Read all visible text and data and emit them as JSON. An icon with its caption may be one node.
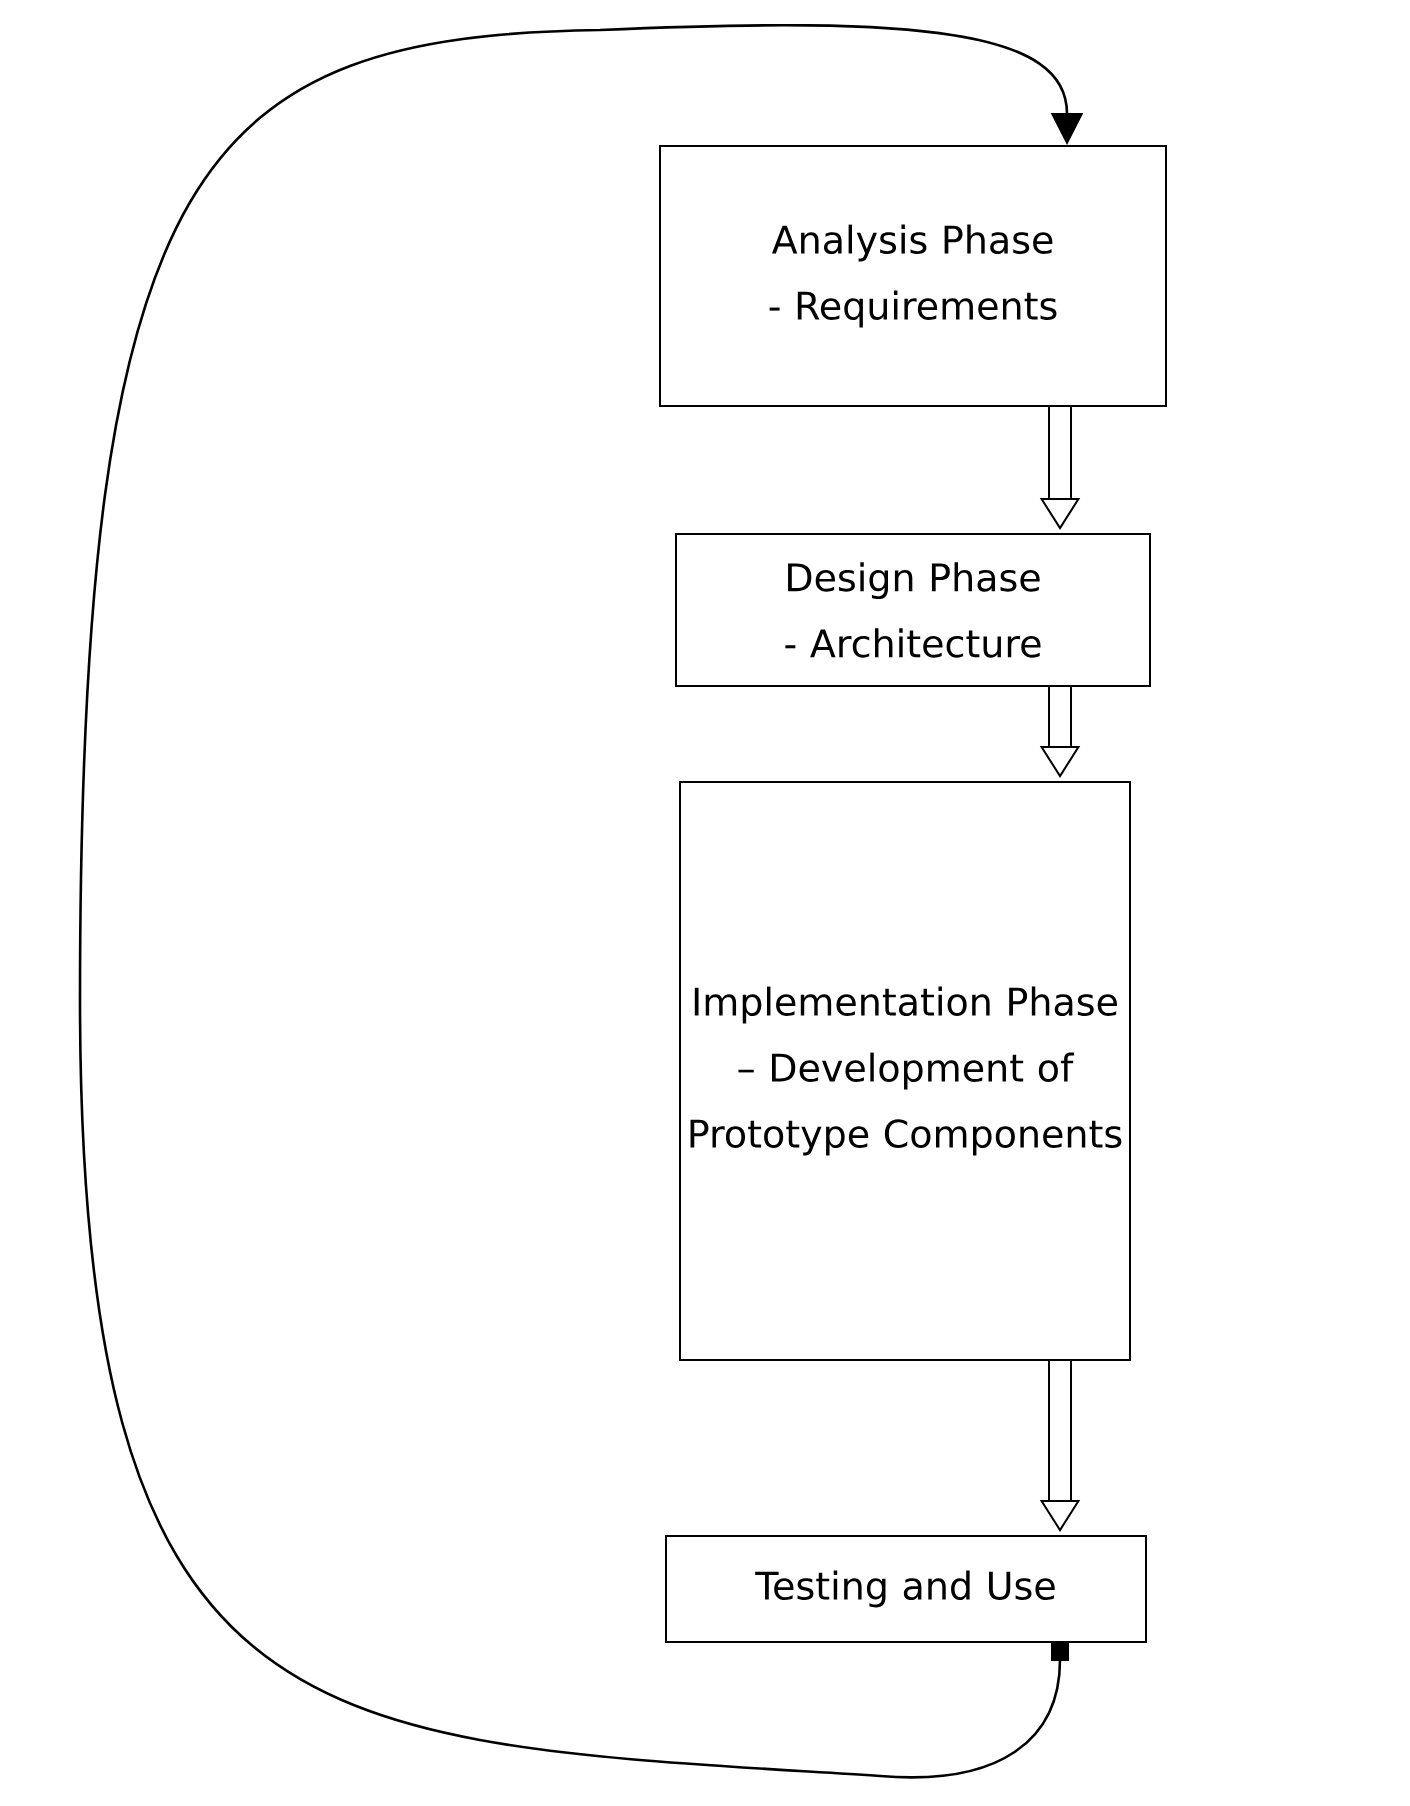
{
  "diagram": {
    "nodes": [
      {
        "text": [
          "Analysis Phase - Requirements"
        ]
      },
      {
        "text": [
          "Design Phase - Architecture"
        ]
      },
      {
        "text": [
          "Implementation Phase – Development of Prototype Components"
        ]
      },
      {
        "text": [
          "Testing and Use"
        ]
      }
    ],
    "edges": [
      {
        "from": 0,
        "to": 1,
        "arrow": "to"
      },
      {
        "from": 1,
        "to": 2,
        "arrow": "to"
      },
      {
        "from": 2,
        "to": 3,
        "arrow": "to"
      },
      {
        "from": 3,
        "to": 0,
        "arrow": "to"
      }
    ]
  }
}
